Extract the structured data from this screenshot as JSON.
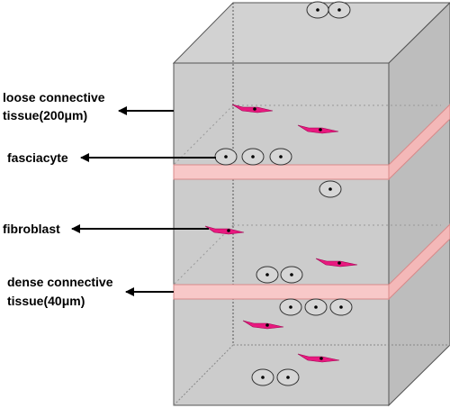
{
  "labels": {
    "loose_line1": "loose connective",
    "loose_line2": "tissue(200μm)",
    "fasciacyte": "fasciacyte",
    "fibroblast": "fibroblast",
    "dense_line1": "dense connective",
    "dense_line2": "tissue(40μm)"
  },
  "colors": {
    "box_face": "#cfcfcf",
    "box_edge": "#555555",
    "dense_layer": "#f8c8c8",
    "dense_edge": "#d88a8a",
    "fibroblast": "#e8197f",
    "cell_fill": "#d6d6d6",
    "arrow": "#000000"
  }
}
